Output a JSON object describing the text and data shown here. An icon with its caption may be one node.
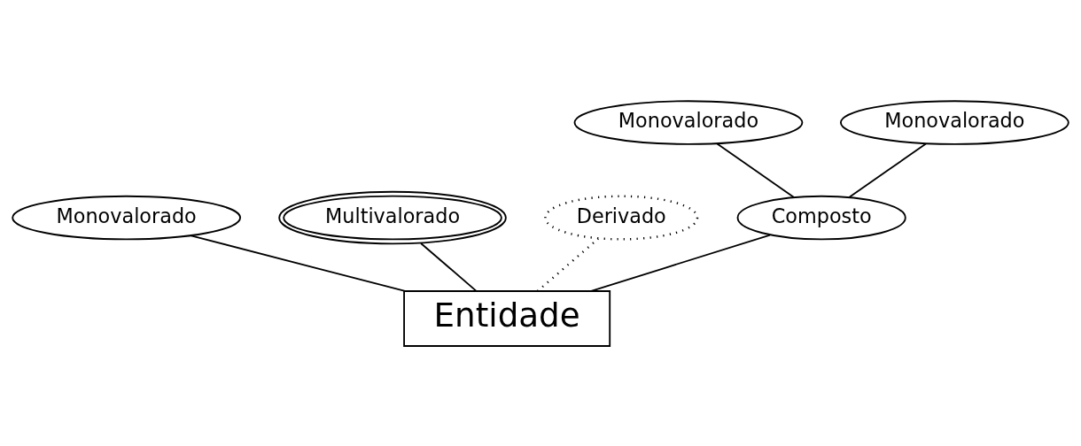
{
  "diagram": {
    "nodes": [
      {
        "text": [
          "Monovalorado"
        ]
      },
      {
        "text": [
          "Multivalorado"
        ]
      },
      {
        "text": [
          "Derivado"
        ]
      },
      {
        "text": [
          "Monovalorado"
        ]
      },
      {
        "text": [
          "Monovalorado"
        ]
      },
      {
        "text": [
          "Composto"
        ]
      },
      {
        "text": [
          "Entidade"
        ]
      }
    ],
    "edges": [
      {
        "from": 6,
        "to": 0,
        "arrow": "none"
      },
      {
        "from": 6,
        "to": 1,
        "arrow": "none"
      },
      {
        "from": 6,
        "to": 2,
        "arrow": "none",
        "style": "dashed"
      },
      {
        "from": 6,
        "to": 5,
        "arrow": "none"
      },
      {
        "from": 5,
        "to": 3,
        "arrow": "none"
      },
      {
        "from": 5,
        "to": 4,
        "arrow": "none"
      }
    ]
  }
}
